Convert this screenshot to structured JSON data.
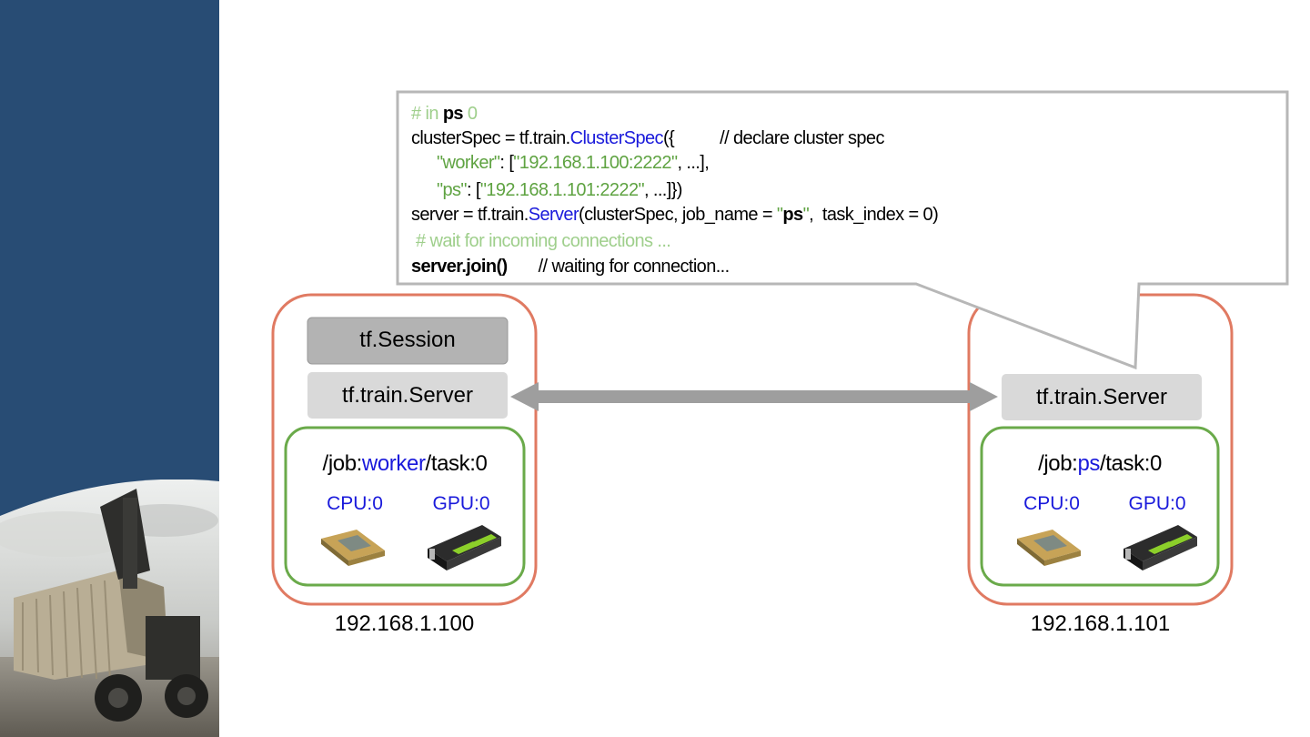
{
  "code": {
    "line1": {
      "comment": "# in ",
      "ps": "ps",
      "zero": " 0"
    },
    "line2": {
      "a": "clusterSpec = tf.train.",
      "cls": "ClusterSpec",
      "b": "({",
      "comment": "// declare cluster spec"
    },
    "line3": {
      "key": "\"worker\"",
      "b": ": [",
      "val": "\"192.168.1.100:2222\"",
      "c": ", ...],"
    },
    "line4": {
      "key": "\"ps\"",
      "b": ": [",
      "val": "\"192.168.1.101:2222\"",
      "c": ", ...]})"
    },
    "line5": {
      "a": "server = tf.train.",
      "cls": "Server",
      "b": "(clusterSpec, job_name = ",
      "q1": "\"",
      "ps": "ps",
      "q2": "\"",
      "c": ",  task_index = 0)"
    },
    "line6": {
      "comment": "# wait for incoming connections ..."
    },
    "line7": {
      "call": "server.join()",
      "comment": "// waiting for connection..."
    }
  },
  "left_machine": {
    "session": "tf.Session",
    "server": "tf.train.Server",
    "job_prefix": "/job:",
    "job_name": "worker",
    "task": "/task:0",
    "cpu": "CPU:0",
    "gpu": "GPU:0",
    "ip": "192.168.1.100"
  },
  "right_machine": {
    "server": "tf.train.Server",
    "job_prefix": "/job:",
    "job_name": "ps",
    "task": "/task:0",
    "cpu": "CPU:0",
    "gpu": "GPU:0",
    "ip": "192.168.1.101"
  },
  "colors": {
    "sidebar": "#284c74",
    "machine_border": "#e07a62",
    "device_border": "#6aaa4a",
    "keyword_blue": "#1a1adb",
    "string_green": "#5fa342",
    "comment_green": "#9fcf8c"
  }
}
